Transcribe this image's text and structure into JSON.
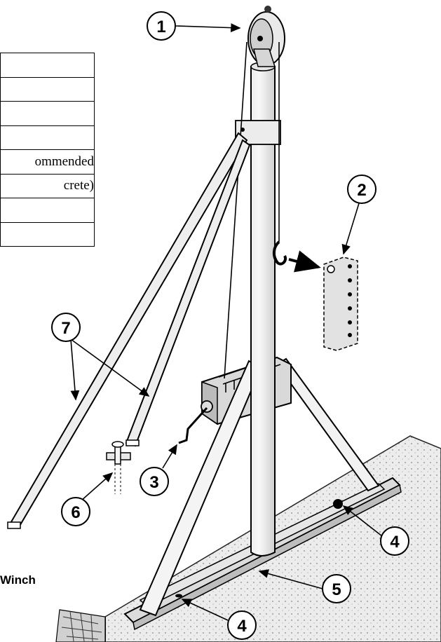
{
  "table": {
    "rows": [
      "",
      "",
      "",
      "",
      "ommended",
      "crete)",
      "",
      ""
    ]
  },
  "caption": "Winch",
  "callouts": [
    {
      "id": "1",
      "label": "1"
    },
    {
      "id": "2",
      "label": "2"
    },
    {
      "id": "3",
      "label": "3"
    },
    {
      "id": "4a",
      "label": "4"
    },
    {
      "id": "4b",
      "label": "4"
    },
    {
      "id": "5",
      "label": "5"
    },
    {
      "id": "6",
      "label": "6"
    },
    {
      "id": "7",
      "label": "7"
    }
  ]
}
